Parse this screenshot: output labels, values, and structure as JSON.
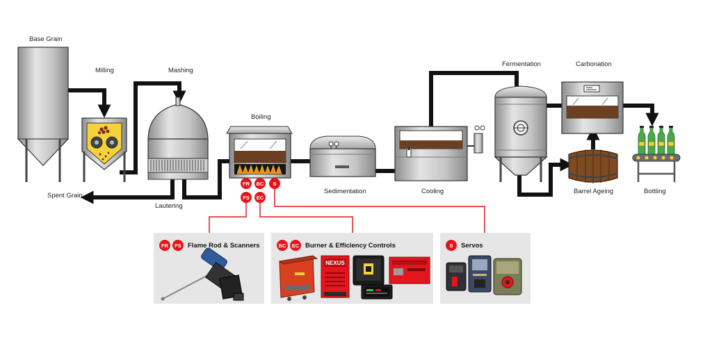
{
  "stages": {
    "base_grain": "Base Grain",
    "milling": "Milling",
    "mashing": "Mashing",
    "boiling": "Boiling",
    "fermentation": "Fermentation",
    "carbonation": "Carbonation",
    "spent_grain": "Spent Grain",
    "lautering": "Lautering",
    "sedimentation": "Sedimentation",
    "cooling": "Cooling",
    "barrel_ageing": "Barrel Ageing",
    "bottling": "Bottling"
  },
  "tags": {
    "fr": "FR",
    "bc": "BC",
    "s": "S",
    "fs": "FS",
    "ec": "EC"
  },
  "panels": {
    "flame": {
      "badge1": "FR",
      "badge2": "FS",
      "title": "Flame Rod & Scanners"
    },
    "burner": {
      "badge1": "BC",
      "badge2": "EC",
      "title": "Burner & Efficiency Controls"
    },
    "servos": {
      "badge1": "S",
      "title": "Servos"
    }
  },
  "devices": {
    "nexus_text": "NEXUS"
  },
  "colors": {
    "accent_red": "#e3161d",
    "flow_line": "#111111",
    "steel": "#b5b5b5",
    "wort": "#6b3f22",
    "panel_bg": "#e6e6e6"
  }
}
